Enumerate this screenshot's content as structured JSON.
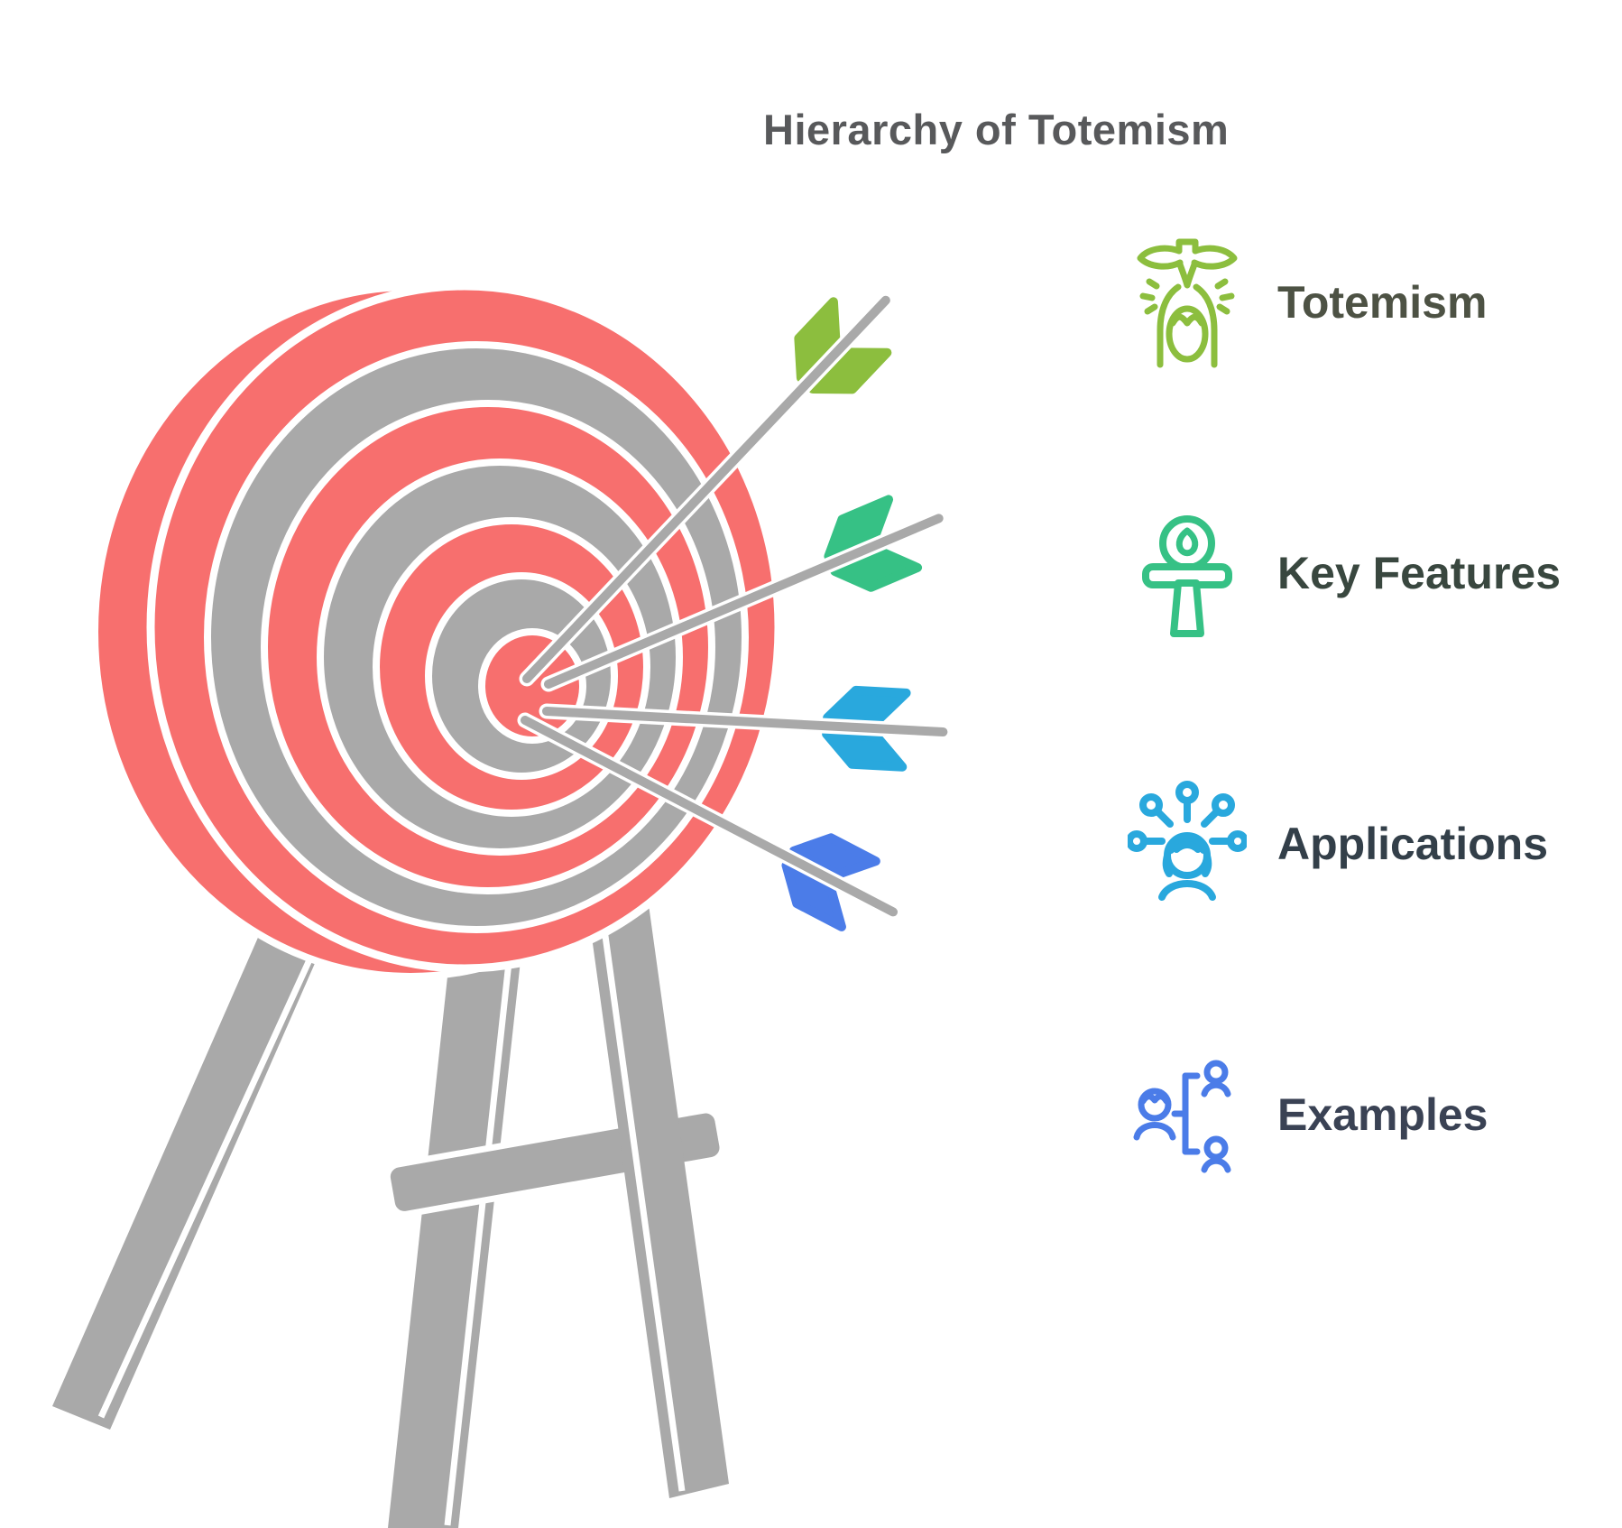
{
  "title": {
    "text": "Hierarchy of Totemism",
    "color": "#58595B"
  },
  "diagram": {
    "type": "target-hierarchy-infographic",
    "target": {
      "ring_color_primary": "#F76F6E",
      "ring_color_secondary": "#A9A9A9",
      "ring_gap_color": "#FFFFFF",
      "stand_color": "#A9A9A9",
      "arrow_shaft_color": "#A9A9A9",
      "rings_count": 7,
      "arrows_count": 4
    },
    "items": [
      {
        "label": "Totemism",
        "icon": "totem-spirit-icon",
        "accent_color": "#8CBE3E",
        "label_color": "#4D5244"
      },
      {
        "label": "Key Features",
        "icon": "ankh-icon",
        "accent_color": "#36C185",
        "label_color": "#39473F"
      },
      {
        "label": "Applications",
        "icon": "person-network-icon",
        "accent_color": "#29A8DD",
        "label_color": "#333F49"
      },
      {
        "label": "Examples",
        "icon": "family-tree-icon",
        "accent_color": "#4B7CE8",
        "label_color": "#3A4254"
      }
    ]
  }
}
